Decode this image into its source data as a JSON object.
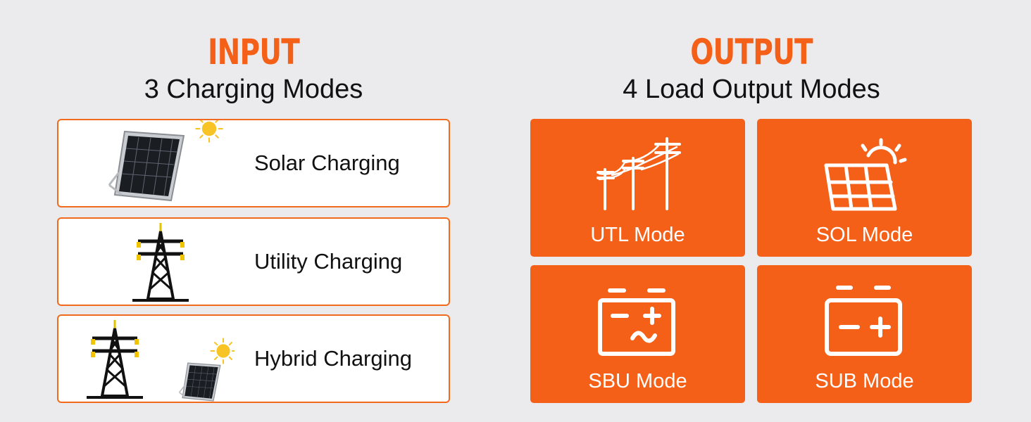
{
  "input": {
    "title": "INPUT",
    "subtitle": "3 Charging Modes",
    "modes": [
      {
        "label": "Solar Charging",
        "icon": "solar-panel-icon"
      },
      {
        "label": "Utility Charging",
        "icon": "power-tower-icon"
      },
      {
        "label": "Hybrid Charging",
        "icon": "hybrid-tower-solar-icon"
      }
    ]
  },
  "output": {
    "title": "OUTPUT",
    "subtitle": "4 Load Output Modes",
    "modes": [
      {
        "label": "UTL Mode",
        "icon": "power-lines-icon"
      },
      {
        "label": "SOL Mode",
        "icon": "solar-sun-icon"
      },
      {
        "label": "SBU Mode",
        "icon": "battery-ac-icon"
      },
      {
        "label": "SUB Mode",
        "icon": "battery-icon"
      }
    ]
  },
  "colors": {
    "accent": "#f56019",
    "background": "#ebebed",
    "card_border": "#f26a1e",
    "sun": "#f7c325"
  }
}
